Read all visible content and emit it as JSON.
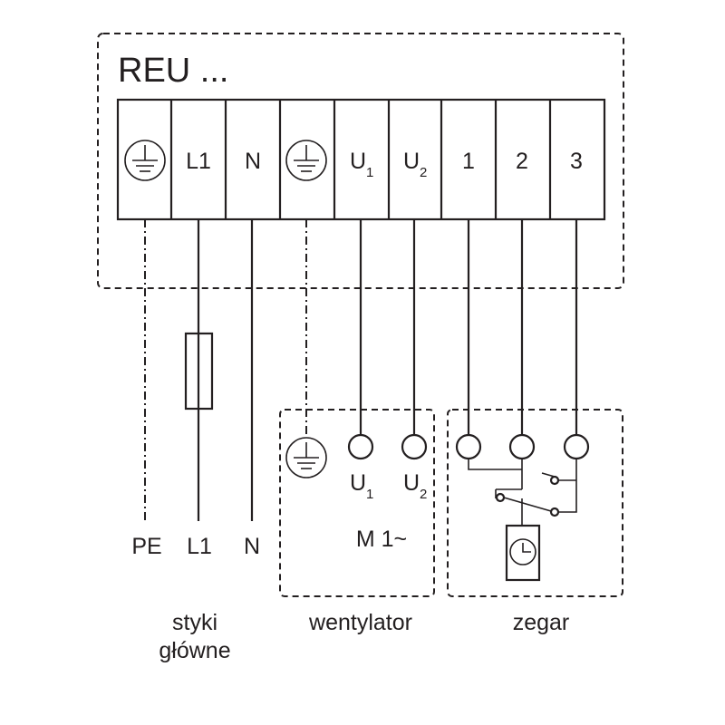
{
  "unit": {
    "title": "REU ..."
  },
  "terminal_block": {
    "terminals": [
      {
        "id": "pe1",
        "label": "",
        "icon": "ground-icon"
      },
      {
        "id": "l1",
        "label": "L1"
      },
      {
        "id": "n",
        "label": "N"
      },
      {
        "id": "pe2",
        "label": "",
        "icon": "ground-icon"
      },
      {
        "id": "u1",
        "label": "U",
        "sub": "1"
      },
      {
        "id": "u2",
        "label": "U",
        "sub": "2"
      },
      {
        "id": "t1",
        "label": "1"
      },
      {
        "id": "t2",
        "label": "2"
      },
      {
        "id": "t3",
        "label": "3"
      }
    ]
  },
  "supply": {
    "labels": {
      "pe": "PE",
      "l1": "L1",
      "n": "N"
    },
    "caption_line1": "styki",
    "caption_line2": "główne"
  },
  "fan": {
    "u1": {
      "main": "U",
      "sub": "1"
    },
    "u2": {
      "main": "U",
      "sub": "2"
    },
    "motor": "M 1~",
    "caption": "wentylator"
  },
  "timer": {
    "caption": "zegar",
    "icon": "clock-icon"
  }
}
